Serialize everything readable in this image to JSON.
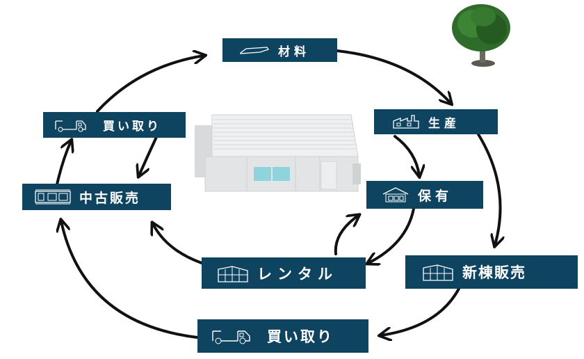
{
  "diagram": {
    "title": "",
    "nodes": [
      {
        "id": "material",
        "label": "材料",
        "icon": "material-plank-icon"
      },
      {
        "id": "production",
        "label": "生産",
        "icon": "factory-icon"
      },
      {
        "id": "buyback_top",
        "label": "買い取り",
        "icon": "truck-icon"
      },
      {
        "id": "used_sales",
        "label": "中古販売",
        "icon": "container-row-icon"
      },
      {
        "id": "owned",
        "label": "保有",
        "icon": "house-icon"
      },
      {
        "id": "rental",
        "label": "レンタル",
        "icon": "building-icon"
      },
      {
        "id": "new_sales",
        "label": "新棟販売",
        "icon": "building-icon"
      },
      {
        "id": "buyback_bottom",
        "label": "買い取り",
        "icon": "truck-icon"
      }
    ],
    "edges": [
      {
        "from": "material",
        "to": "production"
      },
      {
        "from": "production",
        "to": "owned"
      },
      {
        "from": "production",
        "to": "new_sales"
      },
      {
        "from": "owned",
        "to": "rental"
      },
      {
        "from": "rental",
        "to": "owned"
      },
      {
        "from": "rental",
        "to": "used_sales"
      },
      {
        "from": "new_sales",
        "to": "buyback_bottom"
      },
      {
        "from": "buyback_bottom",
        "to": "used_sales"
      },
      {
        "from": "used_sales",
        "to": "buyback_top"
      },
      {
        "from": "buyback_top",
        "to": "used_sales"
      },
      {
        "from": "buyback_top",
        "to": "material"
      }
    ],
    "colors": {
      "label_bg": "#0f4460",
      "label_text": "#ffffff",
      "arrow": "#111111",
      "tree_foliage": "#2f6b2a",
      "container_body": "#e6e8ea",
      "container_window": "#8fd3dc"
    }
  }
}
